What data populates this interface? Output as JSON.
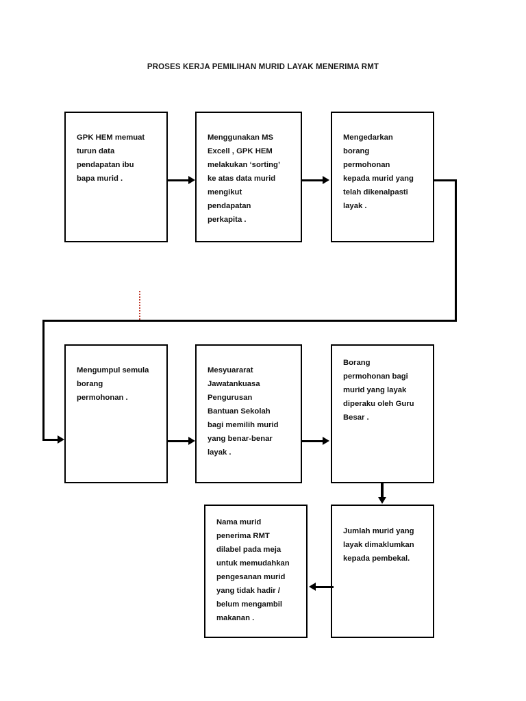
{
  "page": {
    "title": "PROSES KERJA PEMILIHAN MURID LAYAK MENERIMA RMT",
    "background_color": "#ffffff",
    "line_color": "#000000",
    "accent_color": "#c0392b"
  },
  "flowchart": {
    "type": "process-flow",
    "orientation": "serpentine-left-to-right",
    "nodes": [
      {
        "id": "node-1",
        "shape": "rectangle",
        "text": "GPK HEM memuat\nturun data\npendapatan ibu\nbapa murid ."
      },
      {
        "id": "node-2",
        "shape": "rectangle",
        "text": "Menggunakan MS\nExcell , GPK HEM\nmelakukan ‘sorting’\nke atas data murid\nmengikut\npendapatan\nperkapita ."
      },
      {
        "id": "node-3",
        "shape": "rectangle",
        "text": "Mengedarkan\nborang\npermohonan\nkepada murid yang\ntelah dikenalpasti\nlayak ."
      },
      {
        "id": "node-4",
        "shape": "rectangle",
        "text": "Mengumpul semula\nborang\npermohonan ."
      },
      {
        "id": "node-5",
        "shape": "rectangle",
        "text": "Mesyuararat\nJawatankuasa\nPengurusan\nBantuan Sekolah\nbagi memilih murid\nyang benar-benar\nlayak ."
      },
      {
        "id": "node-6",
        "shape": "rectangle",
        "text": "Borang\npermohonan bagi\nmurid yang layak\ndiperaku oleh Guru\nBesar ."
      },
      {
        "id": "node-7",
        "shape": "rectangle",
        "text": "Jumlah murid yang\nlayak dimaklumkan\nkepada pembekal."
      },
      {
        "id": "node-8",
        "shape": "rectangle",
        "text": "Nama murid\npenerima RMT\ndilabel pada meja\nuntuk memudahkan\npengesanan murid\nyang tidak hadir /\nbelum mengambil\nmakanan ."
      }
    ],
    "edges": [
      {
        "from": "node-1",
        "to": "node-2",
        "direction": "right"
      },
      {
        "from": "node-2",
        "to": "node-3",
        "direction": "right"
      },
      {
        "from": "node-3",
        "to": "node-4",
        "direction": "wrap-down-left"
      },
      {
        "from": "node-4",
        "to": "node-5",
        "direction": "right"
      },
      {
        "from": "node-5",
        "to": "node-6",
        "direction": "right"
      },
      {
        "from": "node-6",
        "to": "node-7",
        "direction": "down"
      },
      {
        "from": "node-7",
        "to": "node-8",
        "direction": "left"
      }
    ]
  }
}
